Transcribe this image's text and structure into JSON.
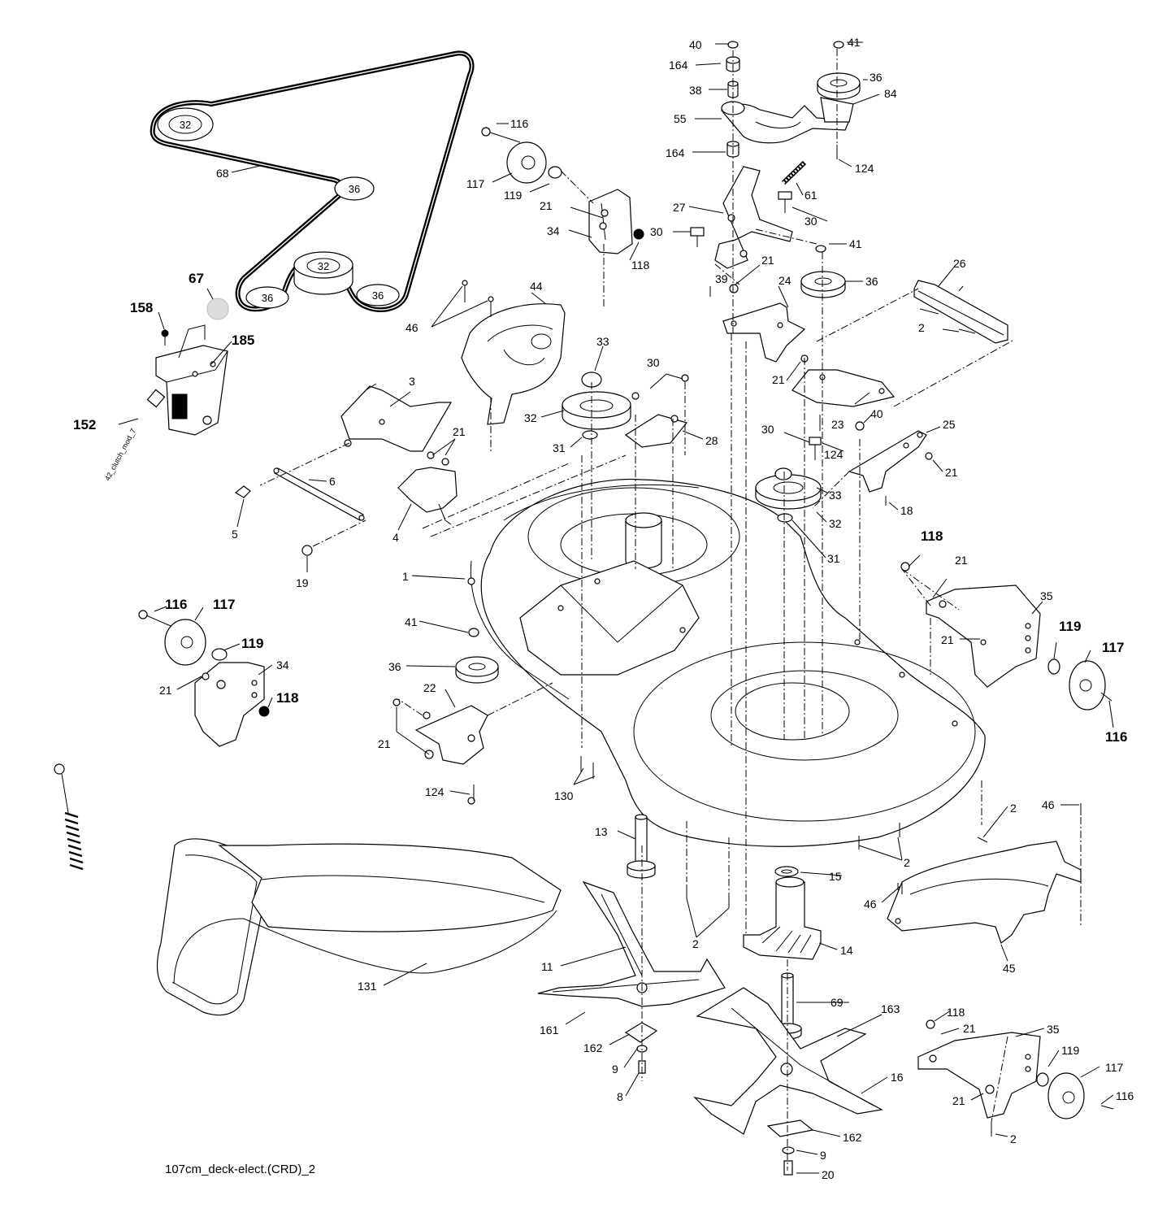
{
  "diagram": {
    "caption": "107cm_deck-elect.(CRD)_2",
    "cable_text": "42_clutch_mod_7",
    "callouts": {
      "c1": "1",
      "c2a": "2",
      "c2b": "2",
      "c2c": "2",
      "c2d": "2",
      "c2e": "2",
      "c3": "3",
      "c4": "4",
      "c5": "5",
      "c6": "6",
      "c8": "8",
      "c9a": "9",
      "c9b": "9",
      "c11": "11",
      "c13": "13",
      "c14": "14",
      "c15": "15",
      "c16": "16",
      "c18": "18",
      "c19": "19",
      "c20": "20",
      "c21a": "21",
      "c21b": "21",
      "c21c": "21",
      "c21d": "21",
      "c21e": "21",
      "c21f": "21",
      "c21g": "21",
      "c21h": "21",
      "c21i": "21",
      "c21j": "21",
      "c21k": "21",
      "c22": "22",
      "c23": "23",
      "c24": "24",
      "c25": "25",
      "c26": "26",
      "c27": "27",
      "c28": "28",
      "c30a": "30",
      "c30b": "30",
      "c30c": "30",
      "c30d": "30",
      "c31a": "31",
      "c31b": "31",
      "c32a": "32",
      "c32b": "32",
      "c33a": "33",
      "c33b": "33",
      "c34a": "34",
      "c34b": "34",
      "c35a": "35",
      "c35b": "35",
      "c36a": "36",
      "c36b": "36",
      "c36c": "36",
      "c38": "38",
      "c39": "39",
      "c40a": "40",
      "c40b": "40",
      "c41a": "41",
      "c41b": "41",
      "c41c": "41",
      "c44": "44",
      "c45": "45",
      "c46a": "46",
      "c46b": "46",
      "c46c": "46",
      "c55": "55",
      "c61": "61",
      "c67": "67",
      "c68": "68",
      "c69": "69",
      "c84": "84",
      "c116a": "116",
      "c116b": "116",
      "c116c": "116",
      "c116d": "116",
      "c117a": "117",
      "c117b": "117",
      "c117c": "117",
      "c117d": "117",
      "c118a": "118",
      "c118b": "118",
      "c118c": "118",
      "c118d": "118",
      "c119a": "119",
      "c119b": "119",
      "c119c": "119",
      "c119d": "119",
      "c124a": "124",
      "c124b": "124",
      "c124c": "124",
      "c130": "130",
      "c131": "131",
      "c152": "152",
      "c158": "158",
      "c161": "161",
      "c162a": "162",
      "c162b": "162",
      "c163": "163",
      "c164a": "164",
      "c164b": "164",
      "c185": "185"
    },
    "belt_pulleys": {
      "p32a": "32",
      "p36a": "36",
      "p32b": "32",
      "p36b": "36",
      "p36c": "36"
    }
  }
}
